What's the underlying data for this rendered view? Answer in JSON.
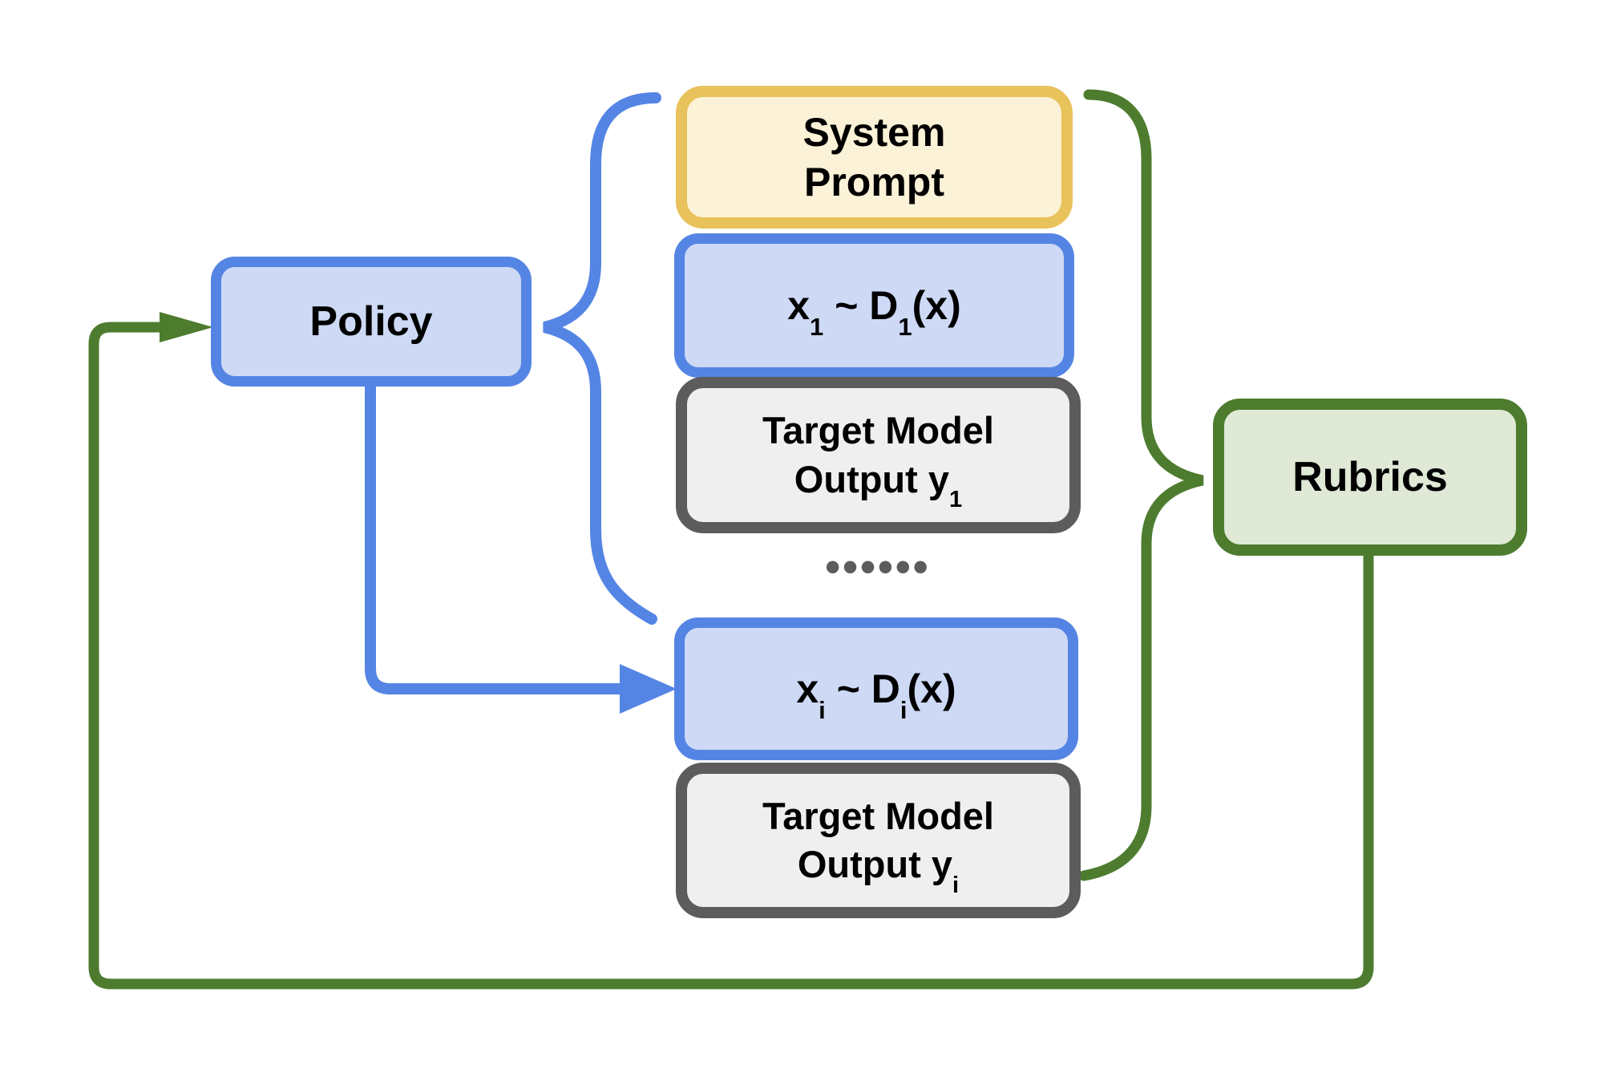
{
  "colors": {
    "background": "#ffffff",
    "blue-border": "#5585E4",
    "blue-fill": "#CDD9F5",
    "gold-border": "#E8C25A",
    "gold-fill": "#FBF2D7",
    "gray-border": "#5C5C5C",
    "gray-fill": "#EFEFEF",
    "green-border": "#4D7C2F",
    "green-fill": "#DFE9D6",
    "text": "#000000",
    "dots": "#5C5C5C"
  },
  "nodes": {
    "policy": {
      "label": "Policy"
    },
    "system_prompt": {
      "line1": "System",
      "line2": "Prompt"
    },
    "x1": {
      "base": "x",
      "sub1": "1",
      "mid": " ~ D",
      "sub2": "1",
      "tail": "(x)"
    },
    "y1": {
      "line1": "Target Model",
      "line2": "Output y",
      "sub": "1"
    },
    "ellipsis": "••••••",
    "xi": {
      "base": "x",
      "sub1": "i",
      "mid": " ~ D",
      "sub2": "i",
      "tail": "(x)"
    },
    "yi": {
      "line1": "Target Model",
      "line2": "Output y",
      "sub": "i"
    },
    "rubrics": {
      "label": "Rubrics"
    }
  }
}
